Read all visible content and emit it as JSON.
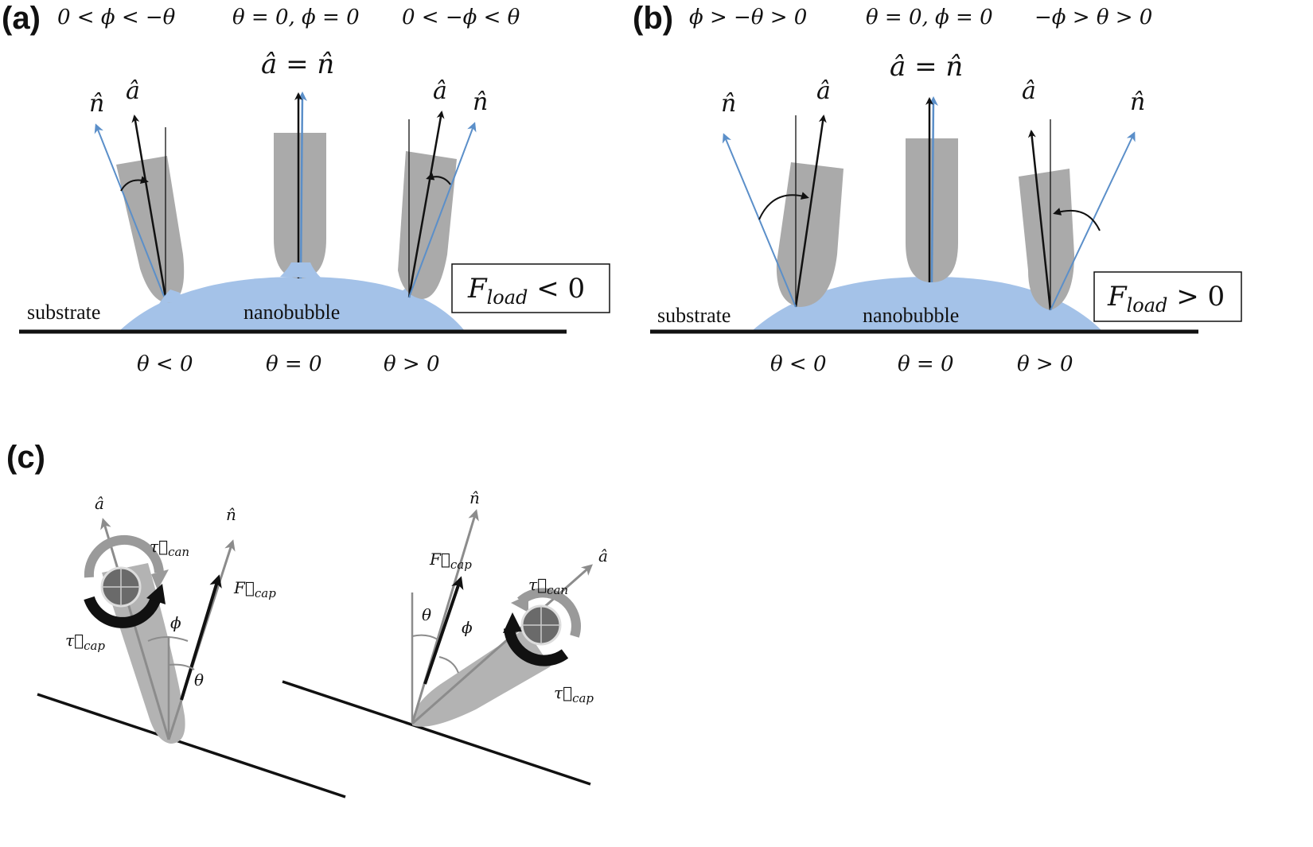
{
  "panel_a": {
    "label": "(a)",
    "conditions": [
      "0 < ϕ < −θ",
      "θ = 0, ϕ = 0",
      "0 < −ϕ < θ"
    ],
    "center_vector": "â = n̂",
    "left_vectors": {
      "n": "n̂",
      "a": "â"
    },
    "right_vectors": {
      "a": "â",
      "n": "n̂"
    },
    "substrate": "substrate",
    "bubble": "nanobubble",
    "theta_labels": [
      "θ < 0",
      "θ = 0",
      "θ > 0"
    ],
    "force": "F",
    "force_sub": "load",
    "force_rel": " < 0"
  },
  "panel_b": {
    "label": "(b)",
    "conditions": [
      "ϕ > −θ > 0",
      "θ = 0, ϕ = 0",
      "−ϕ > θ > 0"
    ],
    "center_vector": "â = n̂",
    "left_vectors": {
      "n": "n̂",
      "a": "â"
    },
    "right_vectors": {
      "a": "â",
      "n": "n̂"
    },
    "substrate": "substrate",
    "bubble": "nanobubble",
    "theta_labels": [
      "θ < 0",
      "θ = 0",
      "θ > 0"
    ],
    "force": "F",
    "force_sub": "load",
    "force_rel": " > 0"
  },
  "panel_c": {
    "label": "(c)",
    "left": {
      "a": "â",
      "n": "n̂",
      "tau_can": "τ⃗",
      "tau_can_sub": "can",
      "tau_cap": "τ⃗",
      "tau_cap_sub": "cap",
      "f_cap": "F⃗",
      "f_cap_sub": "cap",
      "phi": "ϕ",
      "theta": "θ"
    },
    "right": {
      "a": "â",
      "n": "n̂",
      "tau_can": "τ⃗",
      "tau_can_sub": "can",
      "tau_cap": "τ⃗",
      "tau_cap_sub": "cap",
      "f_cap": "F⃗",
      "f_cap_sub": "cap",
      "phi": "ϕ",
      "theta": "θ"
    }
  },
  "colors": {
    "tip": "#a9a9a9",
    "bubble": "#a4c2e8",
    "normal_arrow": "#5b8fc9",
    "axis_arrow": "#111111",
    "c_gray": "#8c8c8c",
    "torque_light": "#9a9a9a"
  }
}
